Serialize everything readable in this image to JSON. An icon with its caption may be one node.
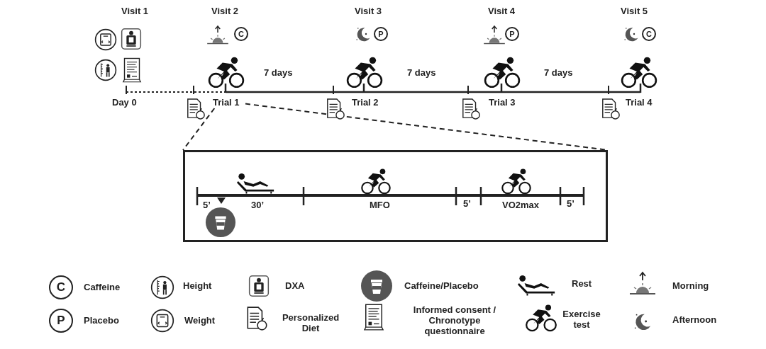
{
  "diagram": {
    "nodes": [
      {
        "text": [
          "Trial 1"
        ]
      },
      {
        "text": [],
        "shape": "box"
      }
    ],
    "edges": [
      {
        "from": 0,
        "to": 1,
        "arrow": "none",
        "style": "dashed"
      },
      {
        "from": 0,
        "to": 1,
        "arrow": "none",
        "style": "dashed"
      }
    ],
    "labels": [
      "Visit 1",
      "Visit 2",
      "Visit 3",
      "Visit 4",
      "Visit 5",
      "C",
      "P",
      "P",
      "C",
      "7 days",
      "7 days",
      "7 days",
      "Day 0",
      "Trial 2",
      "Trial 3",
      "Trial 4",
      "5’",
      "30’",
      "MFO",
      "5’",
      "VO2max",
      "5’",
      "C",
      "P"
    ],
    "legend": [
      {
        "text": "Caffeine"
      },
      {
        "text": "Placebo"
      },
      {
        "text": "Height"
      },
      {
        "text": "Weight"
      },
      {
        "text": "DXA"
      },
      {
        "text": "Personalized Diet"
      },
      {
        "text": "Caffeine/Placebo"
      },
      {
        "text": "Informed consent / Chronotype questionnaire"
      },
      {
        "text": "Rest"
      },
      {
        "text": "Exercise test"
      },
      {
        "text": "Morning"
      },
      {
        "text": "Afternoon"
      }
    ]
  }
}
